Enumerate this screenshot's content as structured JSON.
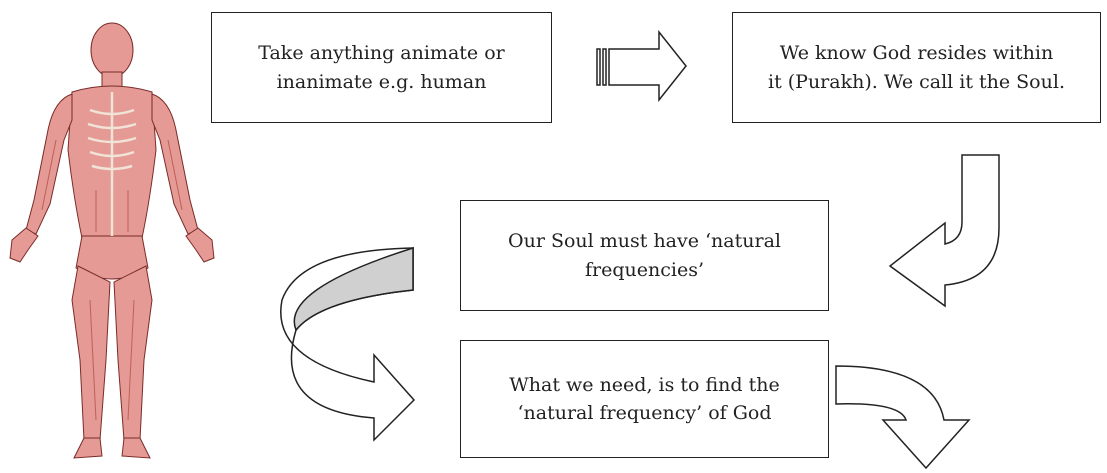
{
  "diagram": {
    "steps": [
      {
        "text": "Take anything animate or\ninanimate   e.g. human"
      },
      {
        "text": "We know God resides within\nit (Purakh). We call it the Soul."
      },
      {
        "text": "Our Soul must have ‘natural\nfrequencies’"
      },
      {
        "text": "What we need, is to find the\n‘natural frequency’ of God"
      }
    ],
    "image": {
      "icon": "human-muscle-anatomy-figure"
    },
    "colors": {
      "stroke": "#222222",
      "arrow_fill_grey": "#d0d0d0",
      "muscle": "#e59a95",
      "muscle_dark": "#b8504a",
      "bone": "#f2ecdf"
    }
  }
}
